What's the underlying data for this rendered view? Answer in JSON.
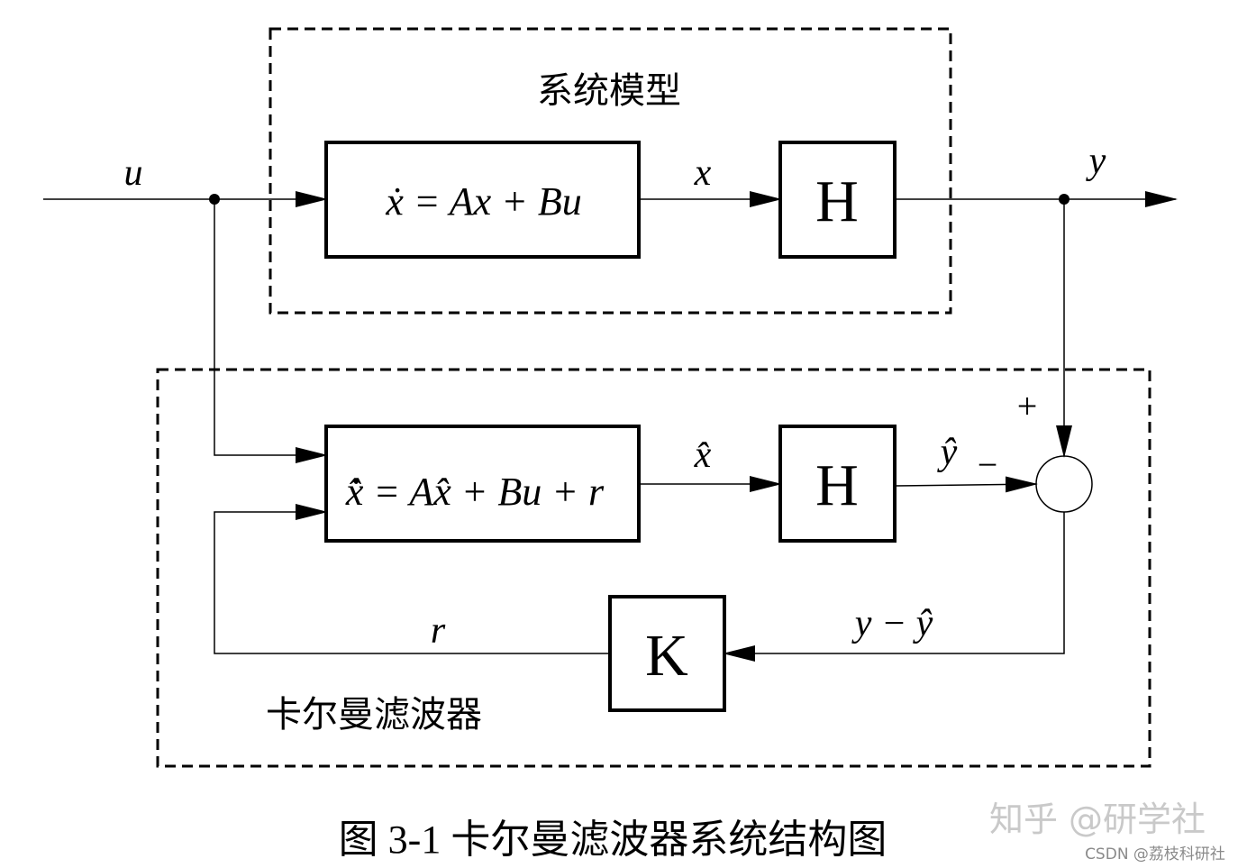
{
  "system_model": {
    "title": "系统模型",
    "state_equation": "ẋ = Ax + Bu",
    "output_block": "H"
  },
  "kalman_filter": {
    "title": "卡尔曼滤波器",
    "state_equation": "x̂̇ = Ax̂ + Bu + r",
    "output_block": "H",
    "gain_block": "K"
  },
  "signals": {
    "input": "u",
    "state": "x",
    "output": "y",
    "estimated_state": "x̂",
    "estimated_output": "ŷ",
    "residual": "y − ŷ",
    "correction": "r",
    "plus_sign": "+",
    "minus_sign": "−"
  },
  "caption": "图 3-1  卡尔曼滤波器系统结构图",
  "watermarks": {
    "zhihu": "知乎 @研学社",
    "csdn": "CSDN @荔枝科研社"
  }
}
